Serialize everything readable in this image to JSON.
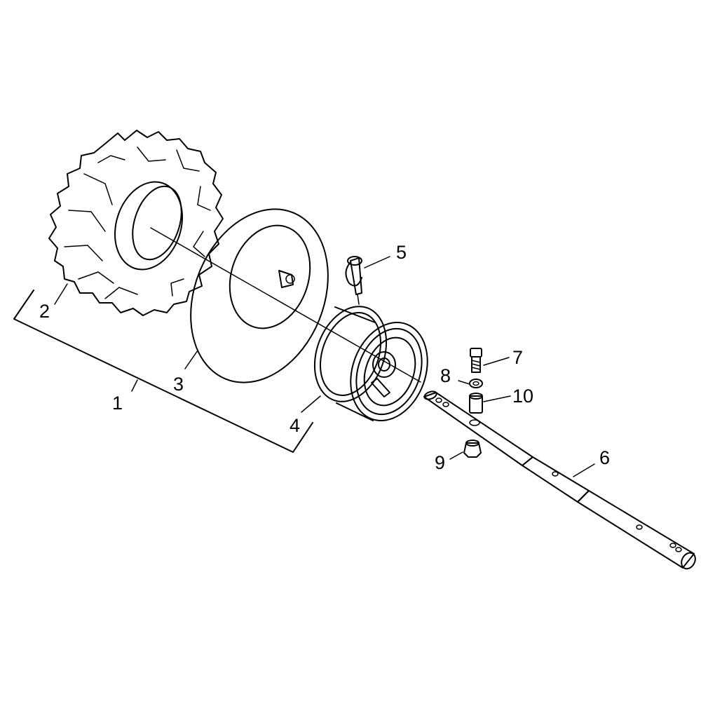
{
  "diagram": {
    "type": "exploded-parts-diagram",
    "labels": {
      "p1": "1",
      "p2": "2",
      "p3": "3",
      "p4": "4",
      "p5": "5",
      "p6": "6",
      "p7": "7",
      "p8": "8",
      "p9": "9",
      "p10": "10"
    },
    "parts": [
      {
        "key": "p1",
        "icon": "wheel-assembly-bracket"
      },
      {
        "key": "p2",
        "icon": "tire-icon"
      },
      {
        "key": "p3",
        "icon": "inner-tube-icon"
      },
      {
        "key": "p4",
        "icon": "rim-icon"
      },
      {
        "key": "p5",
        "icon": "lynch-pin-icon"
      },
      {
        "key": "p6",
        "icon": "axle-shaft-icon"
      },
      {
        "key": "p7",
        "icon": "bolt-icon"
      },
      {
        "key": "p8",
        "icon": "washer-icon"
      },
      {
        "key": "p9",
        "icon": "nut-icon"
      },
      {
        "key": "p10",
        "icon": "spacer-sleeve-icon"
      }
    ],
    "colors": {
      "line": "#000000",
      "background": "#ffffff"
    }
  }
}
